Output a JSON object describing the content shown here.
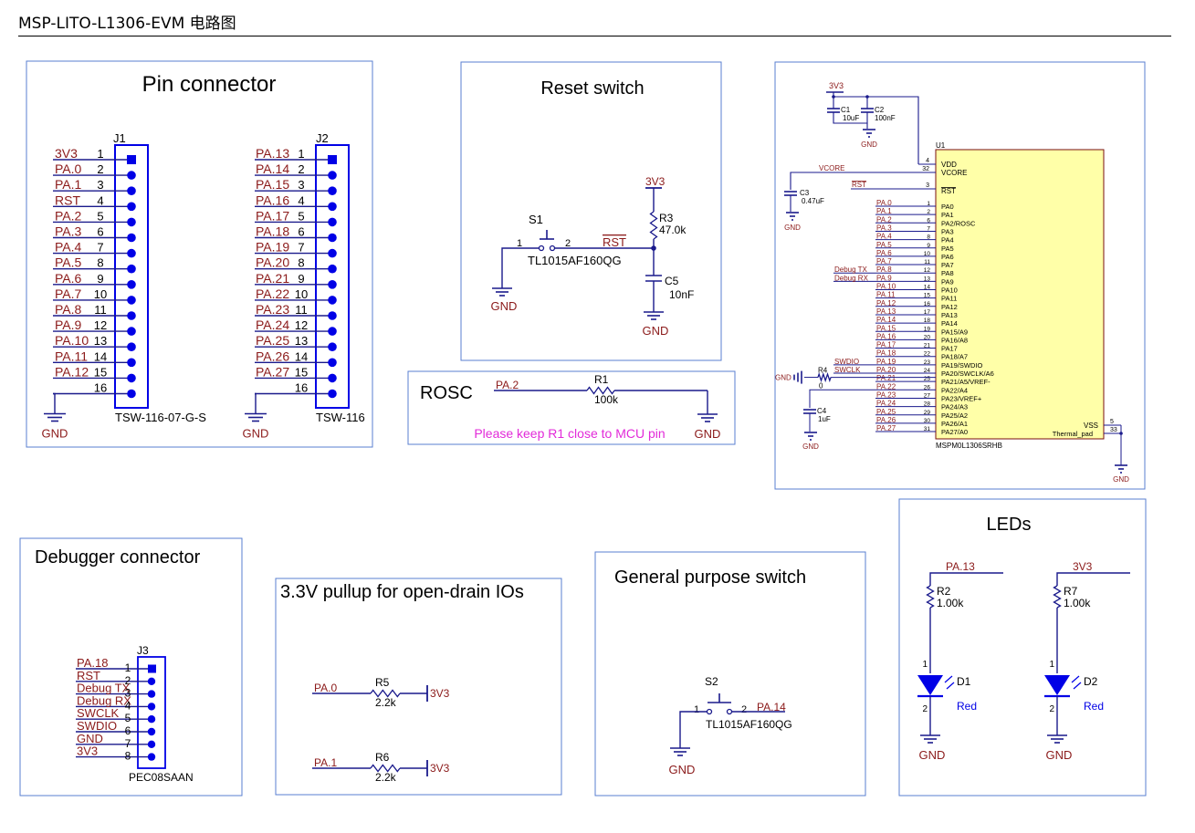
{
  "page_title": "MSP-LITO-L1306-EVM 电路图",
  "colors": {
    "wire": "#1a1a8c",
    "net": "#8b1a1a",
    "frame": "#5a7fd0",
    "part": "#0000e6",
    "ic_fill": "#ffffa8",
    "note": "#e22ad9"
  },
  "blocks": {
    "pin_connector": {
      "title": "Pin connector",
      "j1": {
        "ref": "J1",
        "part": "TSW-116-07-G-S",
        "nets": [
          "3V3",
          "PA.0",
          "PA.1",
          "RST",
          "PA.2",
          "PA.3",
          "PA.4",
          "PA.5",
          "PA.6",
          "PA.7",
          "PA.8",
          "PA.9",
          "PA.10",
          "PA.11",
          "PA.12",
          ""
        ],
        "pins": [
          "1",
          "2",
          "3",
          "4",
          "5",
          "6",
          "7",
          "8",
          "9",
          "10",
          "11",
          "12",
          "13",
          "14",
          "15",
          "16"
        ]
      },
      "j2": {
        "ref": "J2",
        "part": "TSW-116",
        "nets": [
          "PA.13",
          "PA.14",
          "PA.15",
          "PA.16",
          "PA.17",
          "PA.18",
          "PA.19",
          "PA.20",
          "PA.21",
          "PA.22",
          "PA.23",
          "PA.24",
          "PA.25",
          "PA.26",
          "PA.27",
          ""
        ],
        "pins": [
          "1",
          "2",
          "3",
          "4",
          "5",
          "6",
          "7",
          "8",
          "9",
          "10",
          "11",
          "12",
          "13",
          "14",
          "15",
          "16"
        ]
      },
      "gnd": "GND"
    },
    "reset_switch": {
      "title": "Reset switch",
      "s_ref": "S1",
      "s_part": "TL1015AF160QG",
      "pin1": "1",
      "pin2": "2",
      "rst": "RST",
      "vcc": "3V3",
      "r_ref": "R3",
      "r_val": "47.0k",
      "c_ref": "C5",
      "c_val": "10nF",
      "gnd": "GND"
    },
    "rosc": {
      "title": "ROSC",
      "net": "PA.2",
      "r_ref": "R1",
      "r_val": "100k",
      "gnd": "GND",
      "note": "Please keep R1 close to MCU pin"
    },
    "mcu": {
      "ref": "U1",
      "part": "MSPM0L1306SRHB",
      "vcc": "3V3",
      "c1_ref": "C1",
      "c1_val": "10uF",
      "c2_ref": "C2",
      "c2_val": "100nF",
      "c3_ref": "C3",
      "c3_val": "0.47uF",
      "c4_ref": "C4",
      "c4_val": "1uF",
      "r4_ref": "R4",
      "r4_val": "0",
      "gnd": "GND",
      "vdd": {
        "pin": "4",
        "name": "VDD"
      },
      "vcore": {
        "pin": "32",
        "name": "VCORE",
        "net": "VCORE"
      },
      "rst": {
        "pin": "3",
        "name": "RST",
        "net": "RST"
      },
      "vss": {
        "pin": "5",
        "name": "VSS"
      },
      "thermal": {
        "pin": "33",
        "name": "Thermal_pad"
      },
      "pins": [
        {
          "net": "PA.0",
          "pin": "1",
          "name": "PA0",
          "ext": ""
        },
        {
          "net": "PA.1",
          "pin": "2",
          "name": "PA1",
          "ext": ""
        },
        {
          "net": "PA.2",
          "pin": "6",
          "name": "PA2/ROSC",
          "ext": ""
        },
        {
          "net": "PA.3",
          "pin": "7",
          "name": "PA3",
          "ext": ""
        },
        {
          "net": "PA.4",
          "pin": "8",
          "name": "PA4",
          "ext": ""
        },
        {
          "net": "PA.5",
          "pin": "9",
          "name": "PA5",
          "ext": ""
        },
        {
          "net": "PA.6",
          "pin": "10",
          "name": "PA6",
          "ext": ""
        },
        {
          "net": "PA.7",
          "pin": "11",
          "name": "PA7",
          "ext": ""
        },
        {
          "net": "PA.8",
          "pin": "12",
          "name": "PA8",
          "ext": "Debug_TX"
        },
        {
          "net": "PA.9",
          "pin": "13",
          "name": "PA9",
          "ext": "Debug_RX"
        },
        {
          "net": "PA.10",
          "pin": "14",
          "name": "PA10",
          "ext": ""
        },
        {
          "net": "PA.11",
          "pin": "15",
          "name": "PA11",
          "ext": ""
        },
        {
          "net": "PA.12",
          "pin": "16",
          "name": "PA12",
          "ext": ""
        },
        {
          "net": "PA.13",
          "pin": "17",
          "name": "PA13",
          "ext": ""
        },
        {
          "net": "PA.14",
          "pin": "18",
          "name": "PA14",
          "ext": ""
        },
        {
          "net": "PA.15",
          "pin": "19",
          "name": "PA15/A9",
          "ext": ""
        },
        {
          "net": "PA.16",
          "pin": "20",
          "name": "PA16/A8",
          "ext": ""
        },
        {
          "net": "PA.17",
          "pin": "21",
          "name": "PA17",
          "ext": ""
        },
        {
          "net": "PA.18",
          "pin": "22",
          "name": "PA18/A7",
          "ext": ""
        },
        {
          "net": "PA.19",
          "pin": "23",
          "name": "PA19/SWDIO",
          "ext": "SWDIO"
        },
        {
          "net": "PA.20",
          "pin": "24",
          "name": "PA20/SWCLK/A6",
          "ext": "SWCLK"
        },
        {
          "net": "PA.21",
          "pin": "25",
          "name": "PA21/A5/VREF-",
          "ext": ""
        },
        {
          "net": "PA.22",
          "pin": "26",
          "name": "PA22/A4",
          "ext": ""
        },
        {
          "net": "PA.23",
          "pin": "27",
          "name": "PA23/VREF+",
          "ext": ""
        },
        {
          "net": "PA.24",
          "pin": "28",
          "name": "PA24/A3",
          "ext": ""
        },
        {
          "net": "PA.25",
          "pin": "29",
          "name": "PA25/A2",
          "ext": ""
        },
        {
          "net": "PA.26",
          "pin": "30",
          "name": "PA26/A1",
          "ext": ""
        },
        {
          "net": "PA.27",
          "pin": "31",
          "name": "PA27/A0",
          "ext": ""
        }
      ]
    },
    "debugger": {
      "title": "Debugger connector",
      "ref": "J3",
      "part": "PEC08SAAN",
      "nets": [
        "PA.18",
        "RST",
        "Debug_TX",
        "Debug_RX",
        "SWCLK",
        "SWDIO",
        "GND",
        "3V3"
      ],
      "pins": [
        "1",
        "2",
        "3",
        "4",
        "5",
        "6",
        "7",
        "8"
      ]
    },
    "pullup": {
      "title": "3.3V pullup for open-drain IOs",
      "rows": [
        {
          "net": "PA.0",
          "ref": "R5",
          "val": "2.2k",
          "vcc": "3V3"
        },
        {
          "net": "PA.1",
          "ref": "R6",
          "val": "2.2k",
          "vcc": "3V3"
        }
      ]
    },
    "gp_switch": {
      "title": "General purpose switch",
      "ref": "S2",
      "part": "TL1015AF160QG",
      "pin1": "1",
      "pin2": "2",
      "net": "PA.14",
      "gnd": "GND"
    },
    "leds": {
      "title": "LEDs",
      "items": [
        {
          "net": "PA.13",
          "r_ref": "R2",
          "r_val": "1.00k",
          "d_ref": "D1",
          "color": "Red",
          "pin1": "1",
          "pin2": "2",
          "gnd": "GND"
        },
        {
          "net": "3V3",
          "r_ref": "R7",
          "r_val": "1.00k",
          "d_ref": "D2",
          "color": "Red",
          "pin1": "1",
          "pin2": "2",
          "gnd": "GND"
        }
      ]
    }
  }
}
